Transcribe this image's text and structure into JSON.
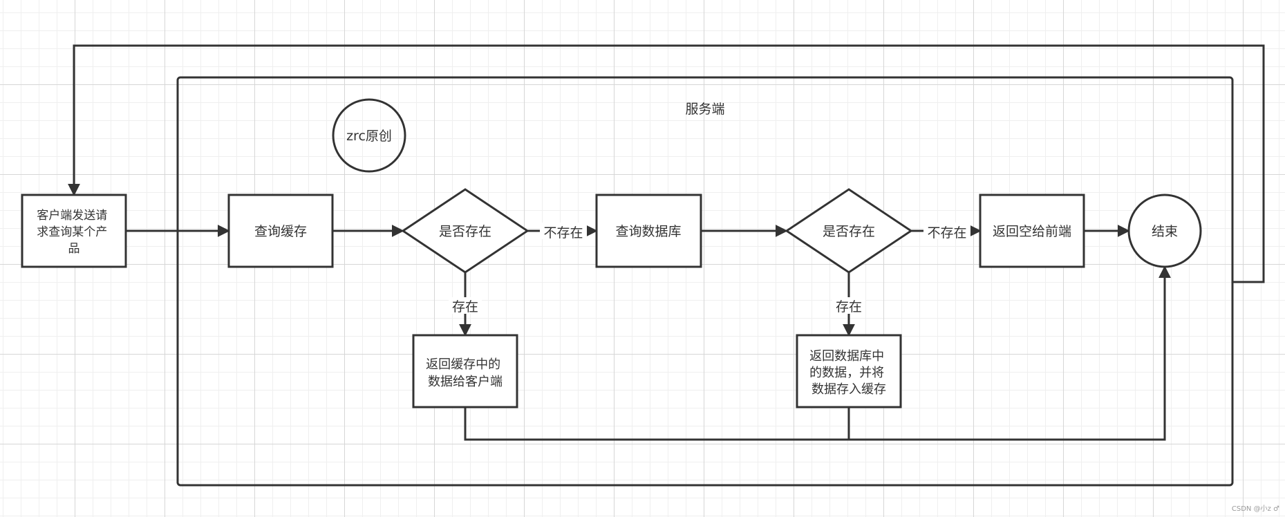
{
  "diagram": {
    "container_title": "服务端",
    "badge": "zrc原创",
    "nodes": {
      "client_request": [
        "客户端发送请",
        "求查询某个产",
        "品"
      ],
      "query_cache": "查询缓存",
      "exists_1": "是否存在",
      "query_db": "查询数据库",
      "exists_2": "是否存在",
      "return_empty": "返回空给前端",
      "end": "结束",
      "return_cache": [
        "返回缓存中的",
        "数据给客户端"
      ],
      "return_db": [
        "返回数据库中",
        "的数据，并将",
        "数据存入缓存"
      ]
    },
    "edges": {
      "not_exists_1": "不存在",
      "exists_1": "存在",
      "not_exists_2": "不存在",
      "exists_2": "存在"
    }
  },
  "watermark": "CSDN @小z ♂"
}
